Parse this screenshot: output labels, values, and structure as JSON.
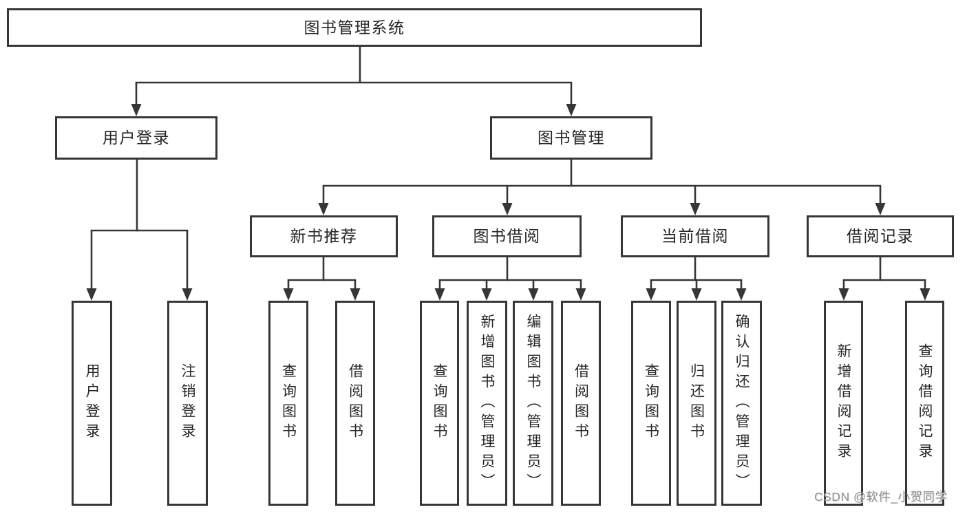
{
  "tree": {
    "label": "图书管理系统",
    "children": [
      {
        "label": "用户登录",
        "children": [
          {
            "label": "用户登录"
          },
          {
            "label": "注销登录"
          }
        ]
      },
      {
        "label": "图书管理",
        "children": [
          {
            "label": "新书推荐",
            "children": [
              {
                "label": "查询图书"
              },
              {
                "label": "借阅图书"
              }
            ]
          },
          {
            "label": "图书借阅",
            "children": [
              {
                "label": "查询图书"
              },
              {
                "label": "新增图书（管理员）"
              },
              {
                "label": "编辑图书（管理员）"
              },
              {
                "label": "借阅图书"
              }
            ]
          },
          {
            "label": "当前借阅",
            "children": [
              {
                "label": "查询图书"
              },
              {
                "label": "归还图书"
              },
              {
                "label": "确认归还（管理员）"
              }
            ]
          },
          {
            "label": "借阅记录",
            "children": [
              {
                "label": "新增借阅记录"
              },
              {
                "label": "查询借阅记录"
              }
            ]
          }
        ]
      }
    ]
  },
  "watermark": {
    "text": "CSDN @软件_小贺同学"
  },
  "colors": {
    "line": "#363636",
    "text": "#262626",
    "bg": "#ffffff",
    "watermark": "#8f8f8f"
  }
}
